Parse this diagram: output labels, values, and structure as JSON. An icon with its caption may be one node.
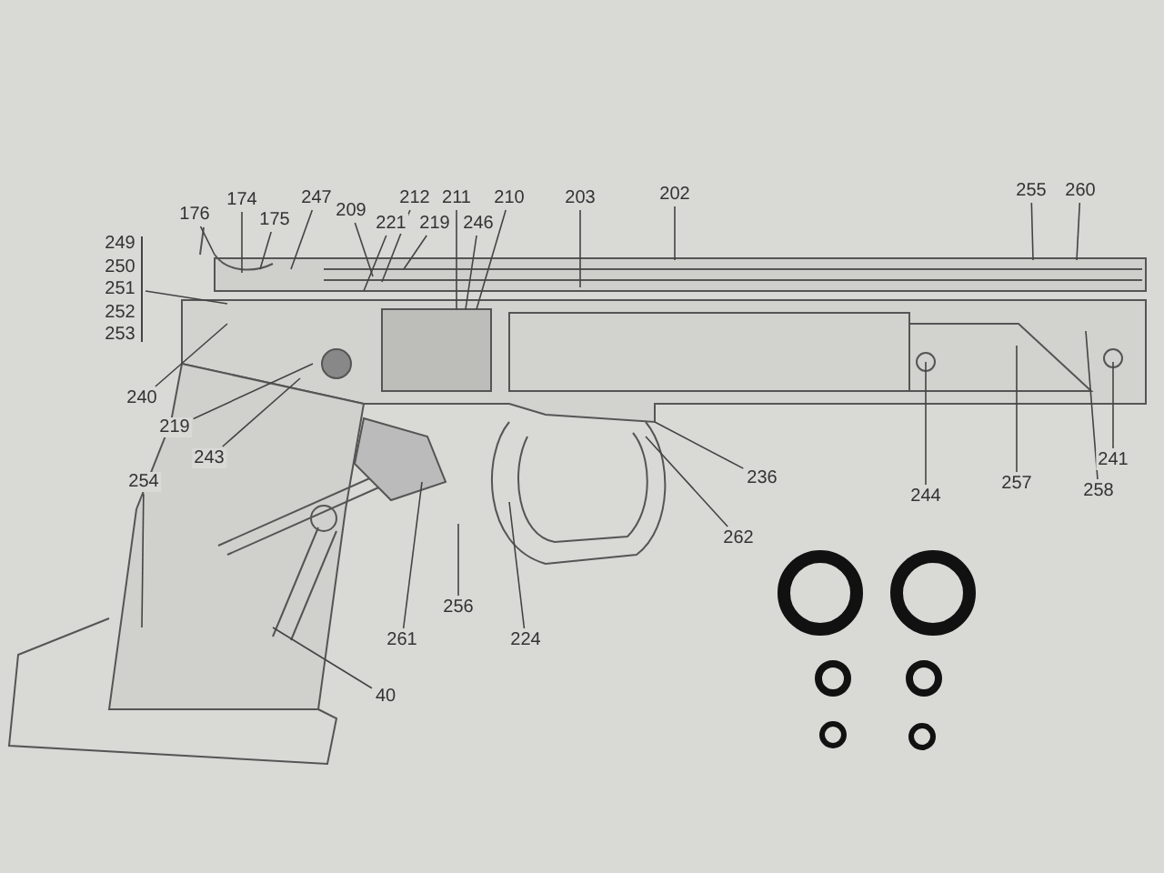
{
  "diagram": {
    "nodes": [
      {
        "text": [
          "176"
        ]
      },
      {
        "text": [
          "174"
        ]
      },
      {
        "text": [
          "175"
        ]
      },
      {
        "text": [
          "247"
        ]
      },
      {
        "text": [
          "209"
        ]
      },
      {
        "text": [
          "221"
        ]
      },
      {
        "text": [
          "212"
        ]
      },
      {
        "text": [
          "211"
        ]
      },
      {
        "text": [
          "219"
        ]
      },
      {
        "text": [
          "246"
        ]
      },
      {
        "text": [
          "210"
        ]
      },
      {
        "text": [
          "203"
        ]
      },
      {
        "text": [
          "202"
        ]
      },
      {
        "text": [
          "255"
        ]
      },
      {
        "text": [
          "260"
        ]
      },
      {
        "text": [
          "249"
        ]
      },
      {
        "text": [
          "250"
        ]
      },
      {
        "text": [
          "251"
        ]
      },
      {
        "text": [
          "252"
        ]
      },
      {
        "text": [
          "253"
        ]
      },
      {
        "text": [
          "240"
        ]
      },
      {
        "text": [
          "219"
        ]
      },
      {
        "text": [
          "243"
        ]
      },
      {
        "text": [
          "254"
        ]
      },
      {
        "text": [
          "244"
        ]
      },
      {
        "text": [
          "257"
        ]
      },
      {
        "text": [
          "258"
        ]
      },
      {
        "text": [
          "241"
        ]
      },
      {
        "text": [
          "236"
        ]
      },
      {
        "text": [
          "262"
        ]
      },
      {
        "text": [
          "256"
        ]
      },
      {
        "text": [
          "261"
        ]
      },
      {
        "text": [
          "224"
        ]
      },
      {
        "text": [
          "40"
        ]
      }
    ],
    "edges": [
      {
        "from": 0,
        "to": null,
        "arrow": "none"
      },
      {
        "from": 1,
        "to": null,
        "arrow": "none"
      },
      {
        "from": 2,
        "to": null,
        "arrow": "none"
      },
      {
        "from": 3,
        "to": null,
        "arrow": "none"
      },
      {
        "from": 4,
        "to": null,
        "arrow": "none"
      },
      {
        "from": 5,
        "to": null,
        "arrow": "none"
      },
      {
        "from": 6,
        "to": null,
        "arrow": "none"
      },
      {
        "from": 7,
        "to": null,
        "arrow": "none"
      },
      {
        "from": 8,
        "to": null,
        "arrow": "none"
      },
      {
        "from": 9,
        "to": null,
        "arrow": "none"
      },
      {
        "from": 10,
        "to": null,
        "arrow": "none"
      },
      {
        "from": 11,
        "to": null,
        "arrow": "none"
      },
      {
        "from": 12,
        "to": null,
        "arrow": "none"
      },
      {
        "from": 13,
        "to": null,
        "arrow": "none"
      },
      {
        "from": 14,
        "to": null,
        "arrow": "none"
      },
      {
        "from": 17,
        "to": null,
        "arrow": "none"
      },
      {
        "from": 20,
        "to": null,
        "arrow": "none"
      },
      {
        "from": 21,
        "to": null,
        "arrow": "none"
      },
      {
        "from": 22,
        "to": null,
        "arrow": "none"
      },
      {
        "from": 23,
        "to": null,
        "arrow": "none"
      },
      {
        "from": 24,
        "to": null,
        "arrow": "none"
      },
      {
        "from": 25,
        "to": null,
        "arrow": "none"
      },
      {
        "from": 26,
        "to": null,
        "arrow": "none"
      },
      {
        "from": 27,
        "to": null,
        "arrow": "none"
      },
      {
        "from": 28,
        "to": null,
        "arrow": "none"
      },
      {
        "from": 29,
        "to": null,
        "arrow": "none"
      },
      {
        "from": 30,
        "to": null,
        "arrow": "none"
      },
      {
        "from": 31,
        "to": null,
        "arrow": "none"
      },
      {
        "from": 32,
        "to": null,
        "arrow": "none"
      },
      {
        "from": 33,
        "to": null,
        "arrow": "none"
      }
    ]
  }
}
